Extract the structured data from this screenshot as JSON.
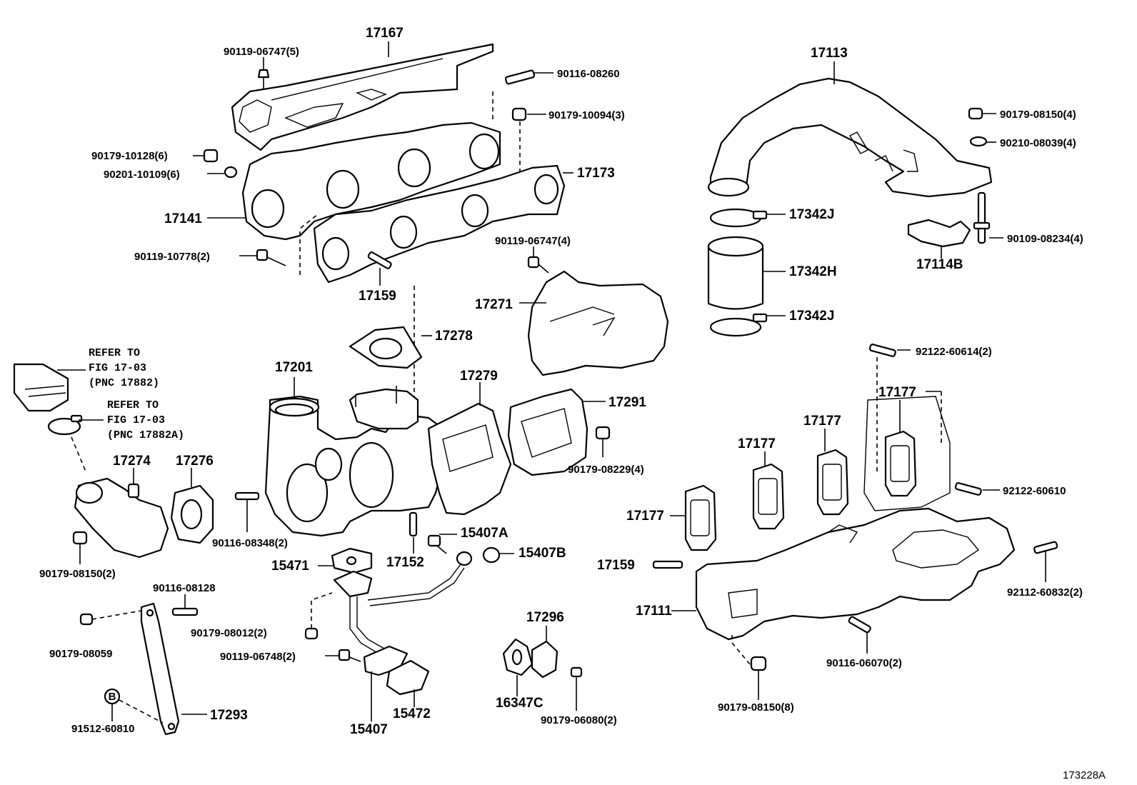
{
  "diagram_code": "173228A",
  "labels": {
    "p17167": "17167",
    "p90119_06747_5": "90119-06747(5)",
    "p90116_08260": "90116-08260",
    "p90179_10094_3": "90179-10094(3)",
    "p90179_10128_6": "90179-10128(6)",
    "p90201_10109_6": "90201-10109(6)",
    "p17173": "17173",
    "p17141": "17141",
    "p90119_10778_2": "90119-10778(2)",
    "p17159_top": "17159",
    "p90119_06747_4": "90119-06747(4)",
    "p17271": "17271",
    "p17278": "17278",
    "p17201": "17201",
    "p17279": "17279",
    "p17291": "17291",
    "p90179_08229_4": "90179-08229(4)",
    "refer1_a": "REFER TO",
    "refer1_b": "FIG 17-03",
    "refer1_c": "(PNC 17882)",
    "refer2_a": "REFER TO",
    "refer2_b": "FIG 17-03",
    "refer2_c": "(PNC 17882A)",
    "p17274": "17274",
    "p17276": "17276",
    "p90116_08348_2": "90116-08348(2)",
    "p90179_08150_2": "90179-08150(2)",
    "p15407A": "15407A",
    "p15407B": "15407B",
    "p17152": "17152",
    "p15471": "15471",
    "p90116_08128": "90116-08128",
    "p90179_08059": "90179-08059",
    "p90179_08012_2": "90179-08012(2)",
    "p90119_06748_2": "90119-06748(2)",
    "p91512_60810": "91512-60810",
    "p17293": "17293",
    "p15407": "15407",
    "p15472": "15472",
    "p17296": "17296",
    "p16347C": "16347C",
    "p90179_06080_2": "90179-06080(2)",
    "p17113": "17113",
    "p90179_08150_4": "90179-08150(4)",
    "p90210_08039_4": "90210-08039(4)",
    "p17342J_top": "17342J",
    "p17342H": "17342H",
    "p17342J_bot": "17342J",
    "p17114B": "17114B",
    "p90109_08234_4": "90109-08234(4)",
    "p92122_60614_2": "92122-60614(2)",
    "p17177_a": "17177",
    "p17177_b": "17177",
    "p17177_c": "17177",
    "p17177_d": "17177",
    "p92122_60610": "92122-60610",
    "p17159_bot": "17159",
    "p92112_60832_2": "92112-60832(2)",
    "p17111": "17111",
    "p90116_06070_2": "90116-06070(2)",
    "p90179_08150_8": "90179-08150(8)",
    "clip_letter": "B"
  }
}
